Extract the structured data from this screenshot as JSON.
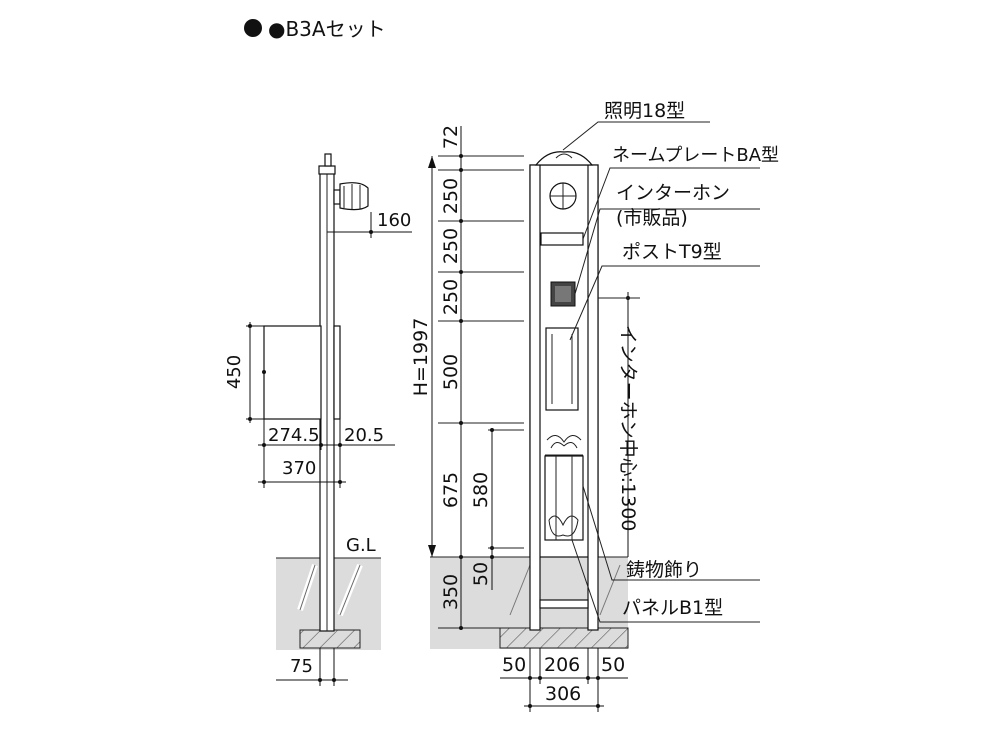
{
  "title": "●B3Aセット",
  "labels": {
    "light": "照明18型",
    "nameplate": "ネームプレートBA型",
    "intercom": "インターホン",
    "intercom_note": "(市販品)",
    "post": "ポストT9型",
    "intercom_center": "インターホン中心:1300",
    "casting": "鋳物飾り",
    "panel": "パネルB1型",
    "gl": "G.L"
  },
  "dimensions": {
    "side": {
      "lamp_offset": "160",
      "post_height": "450",
      "depth_body": "274.5",
      "depth_front": "20.5",
      "depth_total": "370",
      "base_width": "75"
    },
    "front": {
      "top": "72",
      "seg1": "250",
      "seg2": "250",
      "seg3": "250",
      "seg4": "500",
      "seg5": "675",
      "total": "H=1997",
      "panel": "580",
      "panel_gap": "50",
      "embed": "350",
      "bottom_left": "50",
      "bottom_mid": "206",
      "bottom_right": "50",
      "bottom_total": "306"
    }
  },
  "colors": {
    "line": "#111111",
    "ground": "#dcdcdc"
  }
}
